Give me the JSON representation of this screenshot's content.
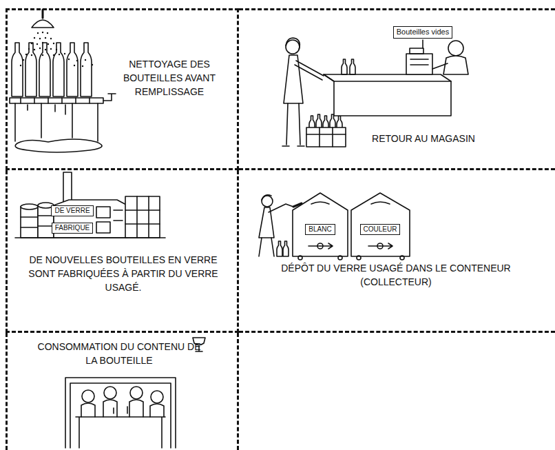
{
  "diagram": {
    "nodes": [
      {
        "text": [
          "NETTOYAGE DES BOUTEILLES AVANT REMPLISSAGE"
        ]
      },
      {
        "text": [
          "RETOUR AU MAGASIN"
        ]
      },
      {
        "text": [
          "Bouteilles vides"
        ],
        "in": 1
      },
      {
        "text": [
          "DE NOUVELLES BOUTEILLES EN VERRE SONT FABRIQUÉES À PARTIR DU VERRE USAGÉ."
        ]
      },
      {
        "text": [
          "DE VERRE"
        ],
        "in": 3
      },
      {
        "text": [
          "FABRIQUE"
        ],
        "in": 3
      },
      {
        "text": [
          "DÉPÔT DU VERRE USAGÉ DANS LE CONTENEUR (COLLECTEUR)"
        ]
      },
      {
        "text": [
          "BLANC"
        ],
        "in": 6
      },
      {
        "text": [
          "COULEUR"
        ],
        "in": 6
      },
      {
        "text": [
          "CONSOMMATION DU CONTENU DE LA BOUTEILLE"
        ]
      }
    ]
  }
}
